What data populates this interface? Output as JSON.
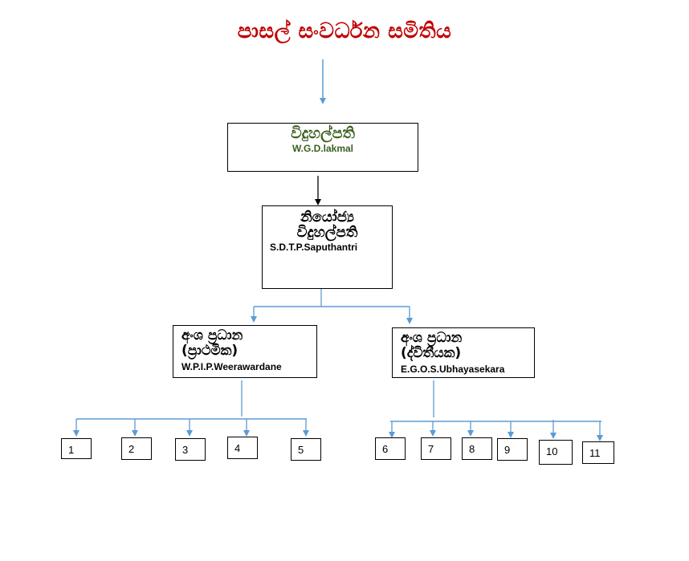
{
  "title": "පාසල් සංවර්ධන සමිතිය",
  "colors": {
    "title": "#c00000",
    "principal_text": "#3a5f1e",
    "connector": "#5b9bd5"
  },
  "principal": {
    "role": "විදුහල්පති",
    "name": "W.G.D.lakmal"
  },
  "deputy_principal": {
    "role_line1": "නියෝජ්‍ය",
    "role_line2": "විදුහල්පති",
    "name": "S.D.T.P.Saputhantri"
  },
  "sections": [
    {
      "role_line1": "අංශ ප්‍රධාන",
      "role_line2": "(ප්‍රාථමික)",
      "name": "W.P.I.P.Weerawardane",
      "children": [
        "1",
        "2",
        "3",
        "4",
        "5"
      ]
    },
    {
      "role_line1": "අංශ ප්‍රධාන",
      "role_line2": "(ද්විතීයක)",
      "name": "E.G.O.S.Ubhayasekara",
      "children": [
        "6",
        "7",
        "8",
        "9",
        "10",
        "11"
      ]
    }
  ]
}
